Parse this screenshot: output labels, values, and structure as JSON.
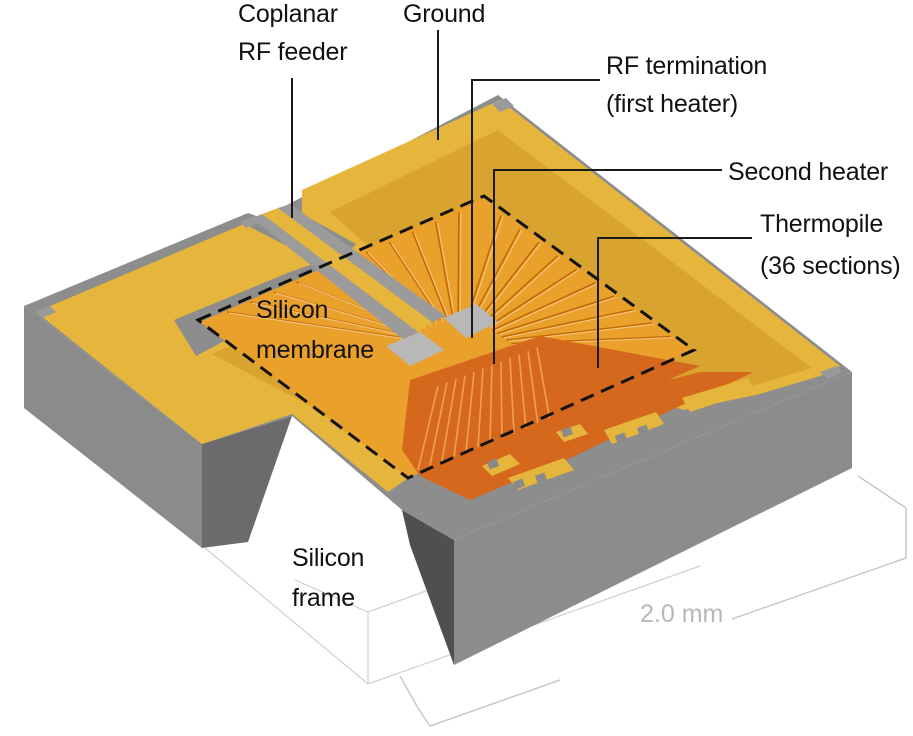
{
  "labels": {
    "coplanar_line1": "Coplanar",
    "coplanar_line2": "RF feeder",
    "ground": "Ground",
    "rf_termination_line1": "RF termination",
    "rf_termination_line2": "(first heater)",
    "second_heater": "Second heater",
    "thermopile_line1": "Thermopile",
    "thermopile_line2": "(36 sections)",
    "membrane_line1": "Silicon",
    "membrane_line2": "membrane",
    "frame_line1": "Silicon",
    "frame_line2": "frame",
    "dimension": "2.0 mm"
  },
  "colors": {
    "gold": "#e4b43a",
    "gold_dark": "#c99524",
    "membrane_orange": "#e8a22e",
    "heater_orange": "#d4651c",
    "silicon_top": "#8a8a8a",
    "silicon_side": "#7a7a7a",
    "silicon_side_dark": "#5e5e5e",
    "termination_grey": "#b5b5b5",
    "dimension_grey": "#b8b8b8"
  }
}
